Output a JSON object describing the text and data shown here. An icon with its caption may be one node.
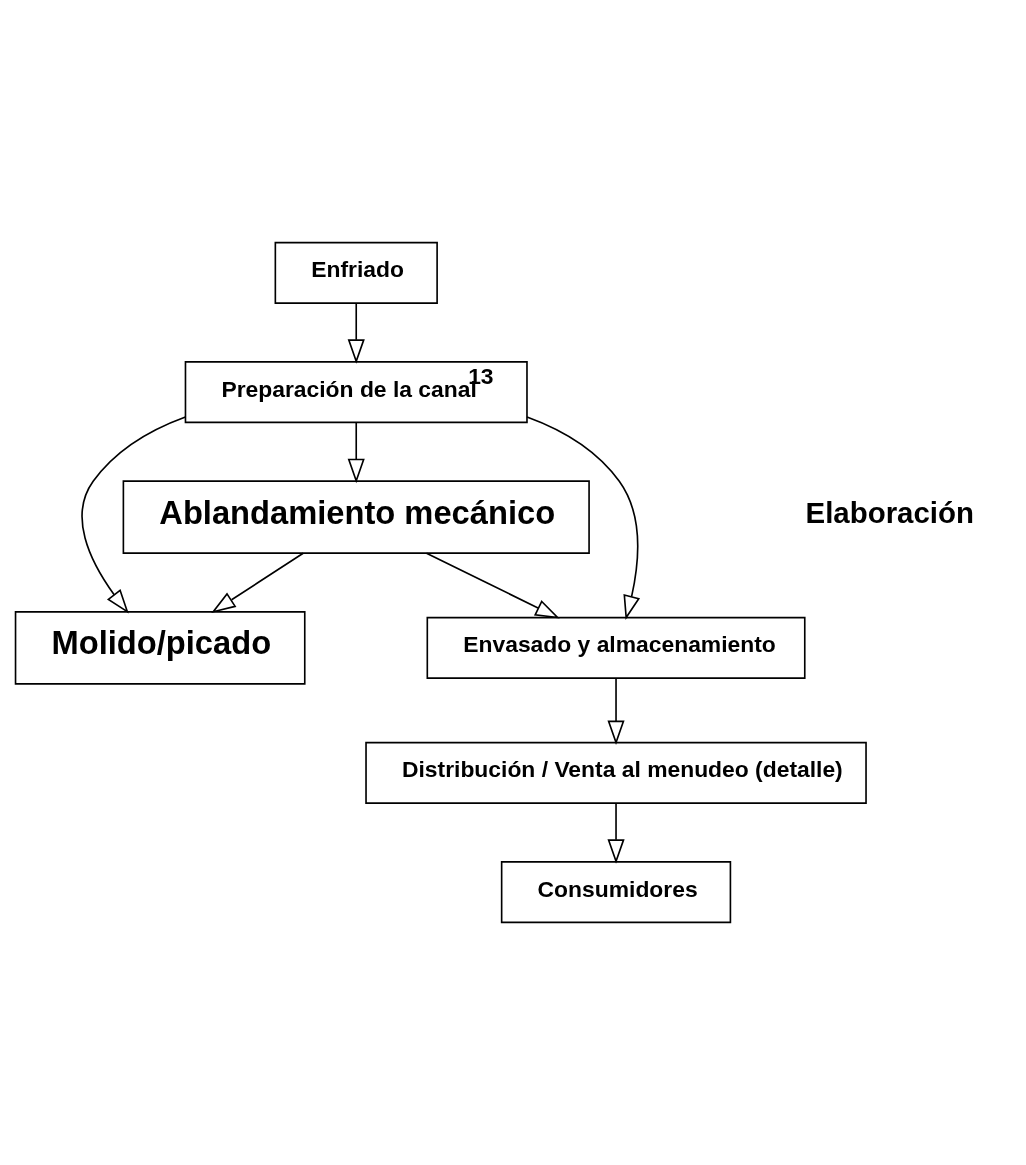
{
  "diagram": {
    "nodes": [
      {
        "text": [
          "Enfriado"
        ]
      },
      {
        "text": [
          "Preparación de la canal$^{13}$"
        ]
      },
      {
        "text": [
          "Ablandamiento mecánico"
        ]
      },
      {
        "text": [
          "Molido/picado"
        ]
      },
      {
        "text": [
          "Envasado y almacenamiento"
        ]
      },
      {
        "text": [
          "Distribución / Venta al menudeo (detalle)"
        ]
      },
      {
        "text": [
          "Consumidores"
        ]
      }
    ],
    "edges": [
      {
        "from": 0,
        "to": 1,
        "arrow": "to"
      },
      {
        "from": 1,
        "to": 2,
        "arrow": "to"
      },
      {
        "from": 1,
        "to": 4,
        "arrow": "to"
      },
      {
        "from": 1,
        "to": 3,
        "arrow": "to"
      },
      {
        "from": 2,
        "to": 3,
        "arrow": "to"
      },
      {
        "from": 2,
        "to": 4,
        "arrow": "to"
      },
      {
        "from": 4,
        "to": 5,
        "arrow": "to"
      },
      {
        "from": 5,
        "to": 6,
        "arrow": "to"
      }
    ],
    "labels": [
      "Elaboración"
    ]
  }
}
